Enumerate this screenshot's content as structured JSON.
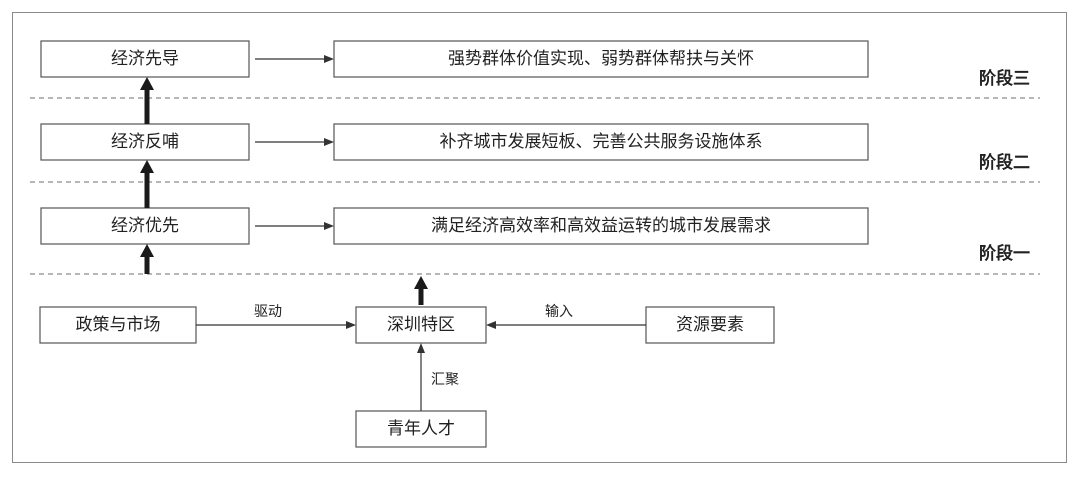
{
  "nodes": {
    "econ_leading": "经济先导",
    "econ_feedback": "经济反哺",
    "econ_priority": "经济优先",
    "outcome_three": "强势群体价值实现、弱势群体帮扶与关怀",
    "outcome_two": "补齐城市发展短板、完善公共服务设施体系",
    "outcome_one": "满足经济高效率和高效益运转的城市发展需求",
    "policy_market": "政策与市场",
    "shenzhen": "深圳特区",
    "resources": "资源要素",
    "youth_talent": "青年人才"
  },
  "edges": {
    "drive": "驱动",
    "input": "输入",
    "gather": "汇聚"
  },
  "stages": {
    "three": "阶段三",
    "two": "阶段二",
    "one": "阶段一"
  }
}
